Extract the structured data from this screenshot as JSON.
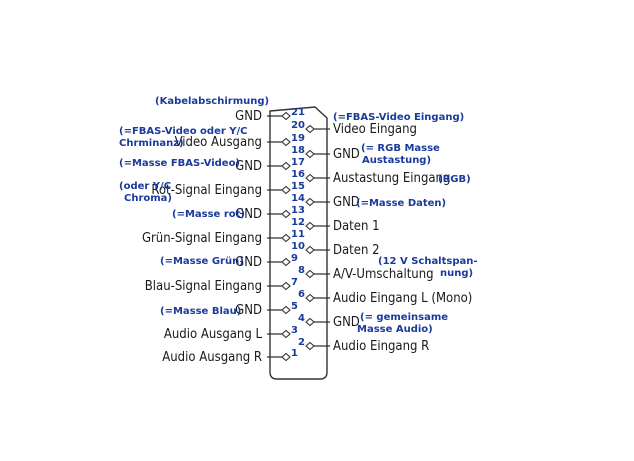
{
  "pins_left": [
    {
      "num": "21",
      "label": "GND"
    },
    {
      "num": "19",
      "label": "Video Ausgang"
    },
    {
      "num": "17",
      "label": "GND"
    },
    {
      "num": "15",
      "label": "Rot-Signal Eingang"
    },
    {
      "num": "13",
      "label": "GND"
    },
    {
      "num": "11",
      "label": "Grün-Signal Eingang"
    },
    {
      "num": "9",
      "label": "GND"
    },
    {
      "num": "7",
      "label": "Blau-Signal Eingang"
    },
    {
      "num": "5",
      "label": "GND"
    },
    {
      "num": "3",
      "label": "Audio Ausgang L"
    },
    {
      "num": "1",
      "label": "Audio Ausgang R"
    }
  ],
  "pins_right": [
    {
      "num": "20",
      "label": "Video Eingang"
    },
    {
      "num": "18",
      "label": "GND"
    },
    {
      "num": "16",
      "label": "Austastung Eingang"
    },
    {
      "num": "14",
      "label": "GND"
    },
    {
      "num": "12",
      "label": "Daten 1"
    },
    {
      "num": "10",
      "label": "Daten 2"
    },
    {
      "num": "8",
      "label": "A/V-Umschaltung"
    },
    {
      "num": "6",
      "label": "Audio Eingang L (Mono)"
    },
    {
      "num": "4",
      "label": "GND"
    },
    {
      "num": "2",
      "label": "Audio Eingang R"
    }
  ],
  "notes": {
    "kabelabschirmung": "(Kabelabschirmung)",
    "fbas_video_eingang": "(=FBAS-Video Eingang)",
    "fbas_video_oder_yc_1": "(=FBAS-Video oder Y/C",
    "fbas_video_oder_yc_2": "Chrminanz)",
    "rgb_masse_1": "(= RGB Masse",
    "rgb_masse_2": "Austastung)",
    "masse_fbas_video": "(=Masse FBAS-Video)",
    "rgb": "(RGB)",
    "oder_yc_1": "(oder Y/C",
    "oder_yc_2": "Chroma)",
    "masse_daten": "(=Masse Daten)",
    "masse_rot": "(=Masse rot)",
    "schaltspannung_1": "(12 V Schaltspan-",
    "schaltspannung_2": "nung)",
    "masse_gruen": "(=Masse Grün)",
    "masse_blau": "(=Masse Blau)",
    "gemeinsame_1": "(= gemeinsame",
    "gemeinsame_2": "Masse Audio)"
  }
}
